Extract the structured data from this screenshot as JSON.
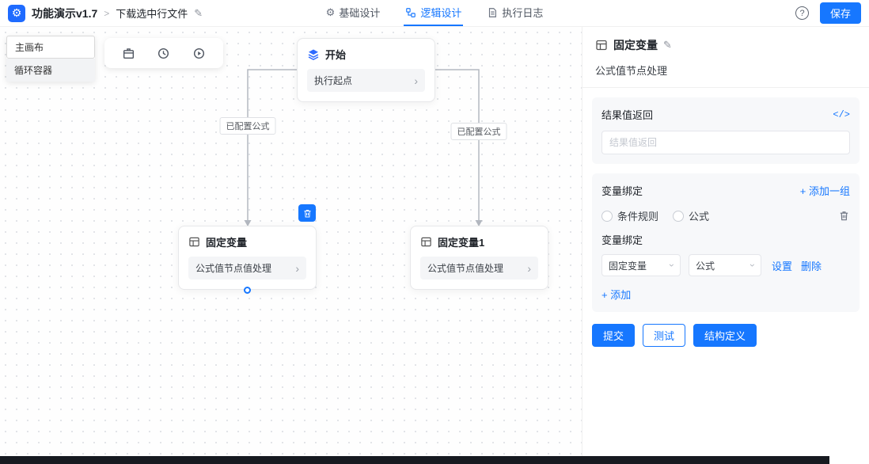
{
  "icons": {
    "logo": "⚙",
    "gear": "⚙",
    "pencil": "✎",
    "help": "?",
    "chevron_right": "›",
    "code": "</>"
  },
  "header": {
    "app_title": "功能演示v1.7",
    "breadcrumb_separator": ">",
    "doc_title": "下载选中行文件",
    "tabs": [
      {
        "label": "基础设计"
      },
      {
        "label": "逻辑设计"
      },
      {
        "label": "执行日志"
      }
    ],
    "save_button": "保存"
  },
  "canvas": {
    "layers": [
      {
        "label": "主画布"
      },
      {
        "label": "循环容器"
      }
    ],
    "nodes": {
      "start": {
        "title": "开始",
        "row": "执行起点"
      },
      "var1": {
        "title": "固定变量",
        "row": "公式值节点值处理"
      },
      "var2": {
        "title": "固定变量1",
        "row": "公式值节点值处理"
      }
    },
    "edges": {
      "left_label": "已配置公式",
      "right_label": "已配置公式"
    }
  },
  "panel": {
    "title": "固定变量",
    "subtitle": "公式值节点处理",
    "result": {
      "label": "结果值返回",
      "placeholder": "结果值返回"
    },
    "binding": {
      "label": "变量绑定",
      "add_group": "+ 添加一组",
      "radio_rule": "条件规则",
      "radio_formula": "公式",
      "inner_label": "变量绑定",
      "select_var": "固定变量",
      "select_formula": "公式",
      "set_link": "设置",
      "delete_link": "删除",
      "add_link": "+ 添加"
    },
    "footer": {
      "submit": "提交",
      "test": "测试",
      "schema": "结构定义"
    }
  }
}
